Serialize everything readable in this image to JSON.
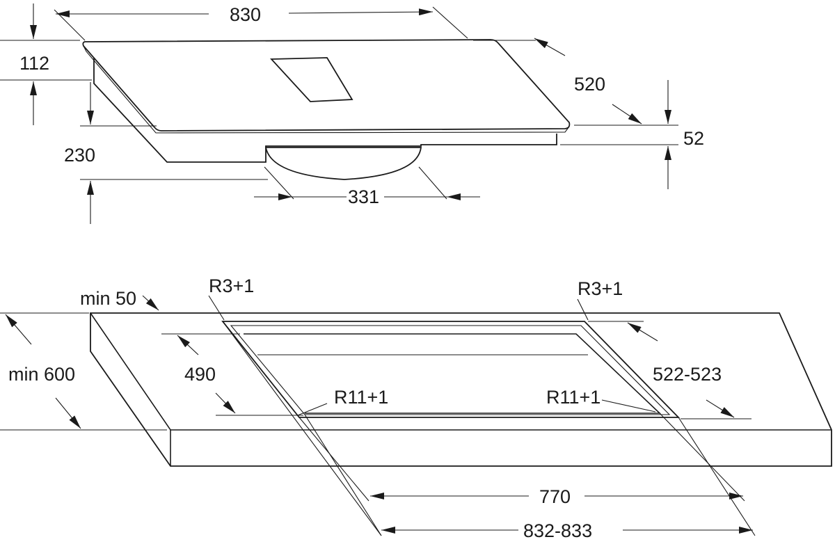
{
  "top_view": {
    "width_label": "830",
    "depth_label": "520",
    "plate_offset_label": "112",
    "total_height_label": "230",
    "glass_height_label": "52",
    "motor_width_label": "331"
  },
  "cutout_view": {
    "min_edge_label": "min 50",
    "min_depth_label": "min 600",
    "corner_radius_label_left": "R3+1",
    "corner_radius_label_right": "R3+1",
    "inner_depth_label": "490",
    "outer_depth_label": "522-523",
    "inner_radius_label_left": "R11+1",
    "inner_radius_label_right": "R11+1",
    "inner_width_label": "770",
    "outer_width_label": "832-833"
  }
}
